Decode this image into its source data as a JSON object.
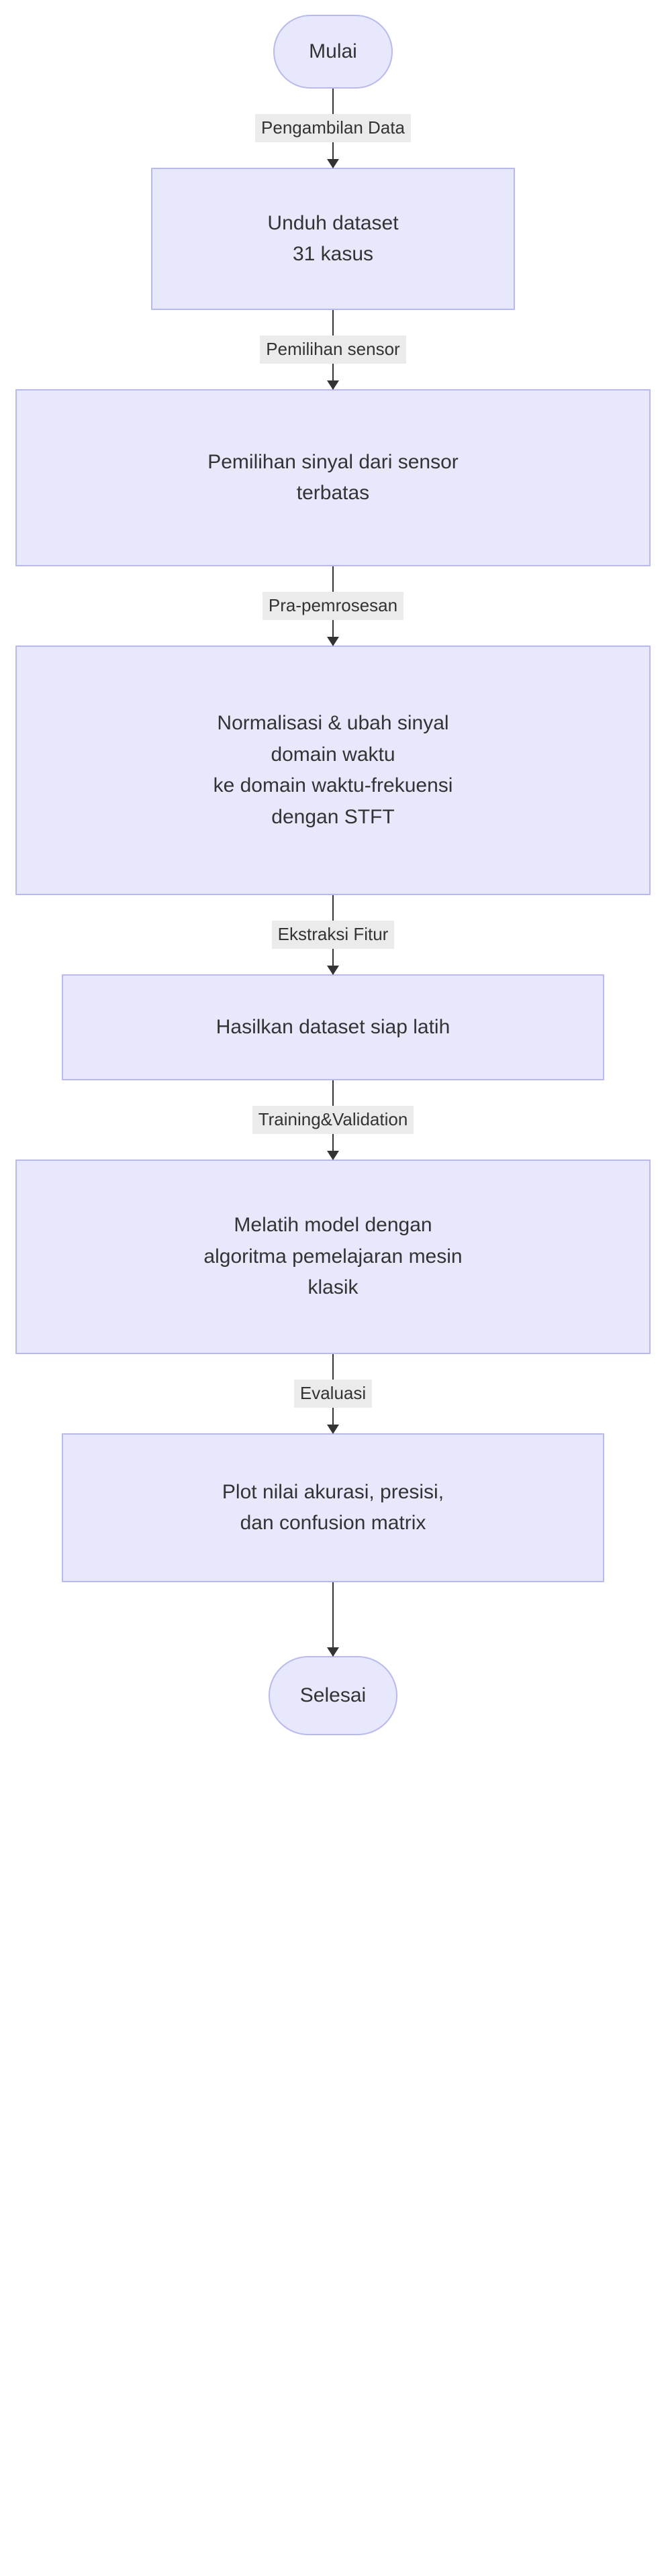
{
  "diagram": {
    "type": "flowchart",
    "orientation": "top-to-bottom",
    "theme": {
      "node_fill": "#e8e8fc",
      "node_border": "#b8b8f5",
      "node_text": "#333333",
      "edge_line": "#333333",
      "edge_label_background": "#ebebeb",
      "edge_label_text": "#333333",
      "canvas_background": "#ffffff"
    },
    "nodes": [
      {
        "id": "mulai",
        "shape": "stadium",
        "label": "Mulai"
      },
      {
        "id": "unduh",
        "shape": "rectangle",
        "label": "Unduh dataset\n31 kasus"
      },
      {
        "id": "pemilihan",
        "shape": "rectangle",
        "label": "Pemilihan sinyal dari sensor\nterbatas"
      },
      {
        "id": "normalisasi",
        "shape": "rectangle",
        "label": "Normalisasi & ubah sinyal\ndomain waktu\nke domain waktu-frekuensi\ndengan STFT"
      },
      {
        "id": "hasilkan",
        "shape": "rectangle",
        "label": "Hasilkan dataset siap latih"
      },
      {
        "id": "melatih",
        "shape": "rectangle",
        "label": "Melatih model dengan\nalgoritma pemelajaran mesin\nklasik"
      },
      {
        "id": "plot",
        "shape": "rectangle",
        "label": "Plot nilai akurasi, presisi,\ndan confusion matrix"
      },
      {
        "id": "selesai",
        "shape": "stadium",
        "label": "Selesai"
      }
    ],
    "edges": [
      {
        "from": "mulai",
        "to": "unduh",
        "label": "Pengambilan Data"
      },
      {
        "from": "unduh",
        "to": "pemilihan",
        "label": "Pemilihan sensor"
      },
      {
        "from": "pemilihan",
        "to": "normalisasi",
        "label": "Pra-pemrosesan"
      },
      {
        "from": "normalisasi",
        "to": "hasilkan",
        "label": "Ekstraksi Fitur"
      },
      {
        "from": "hasilkan",
        "to": "melatih",
        "label": "Training&Validation"
      },
      {
        "from": "melatih",
        "to": "plot",
        "label": "Evaluasi"
      },
      {
        "from": "plot",
        "to": "selesai",
        "label": ""
      }
    ]
  }
}
